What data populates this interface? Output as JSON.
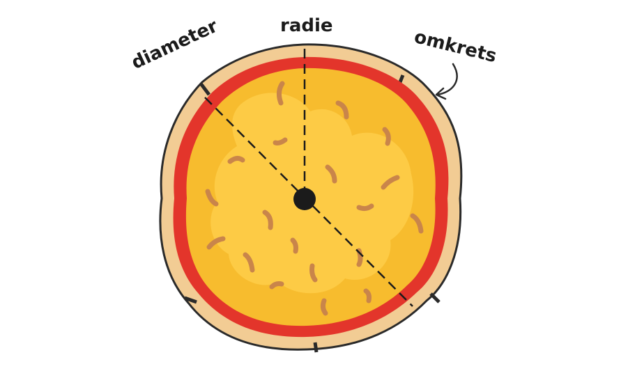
{
  "labels": {
    "radius": "radie",
    "diameter": "diameter",
    "circumference": "omkrets"
  },
  "colors": {
    "crust": "#f2cc94",
    "crust_outline": "#2a2a2a",
    "sauce": "#e3352b",
    "cheese": "#f7bc2e",
    "cheese_highlight": "#fdcb45",
    "topping": "#c9854a",
    "line": "#1b1b1b"
  },
  "icons": {
    "arrow": "curved-arrow-icon",
    "center": "center-point-icon"
  }
}
